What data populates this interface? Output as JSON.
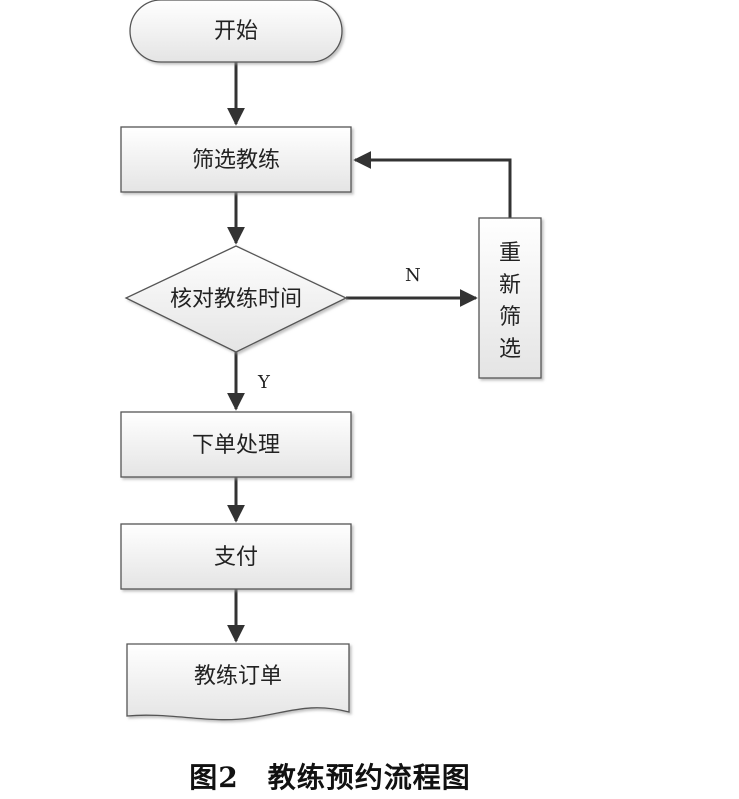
{
  "nodes": {
    "start": "开始",
    "filter": "筛选教练",
    "check": "核对教练时间",
    "refilter": [
      "重",
      "新",
      "筛",
      "选"
    ],
    "order": "下单处理",
    "pay": "支付",
    "doc": "教练订单"
  },
  "edges": {
    "no": "N",
    "yes": "Y"
  },
  "caption": "图2　教练预约流程图",
  "colors": {
    "stroke": "#444444",
    "fill_top": "#ffffff",
    "fill_bottom": "#e6e6e6",
    "arrow": "#333333"
  }
}
